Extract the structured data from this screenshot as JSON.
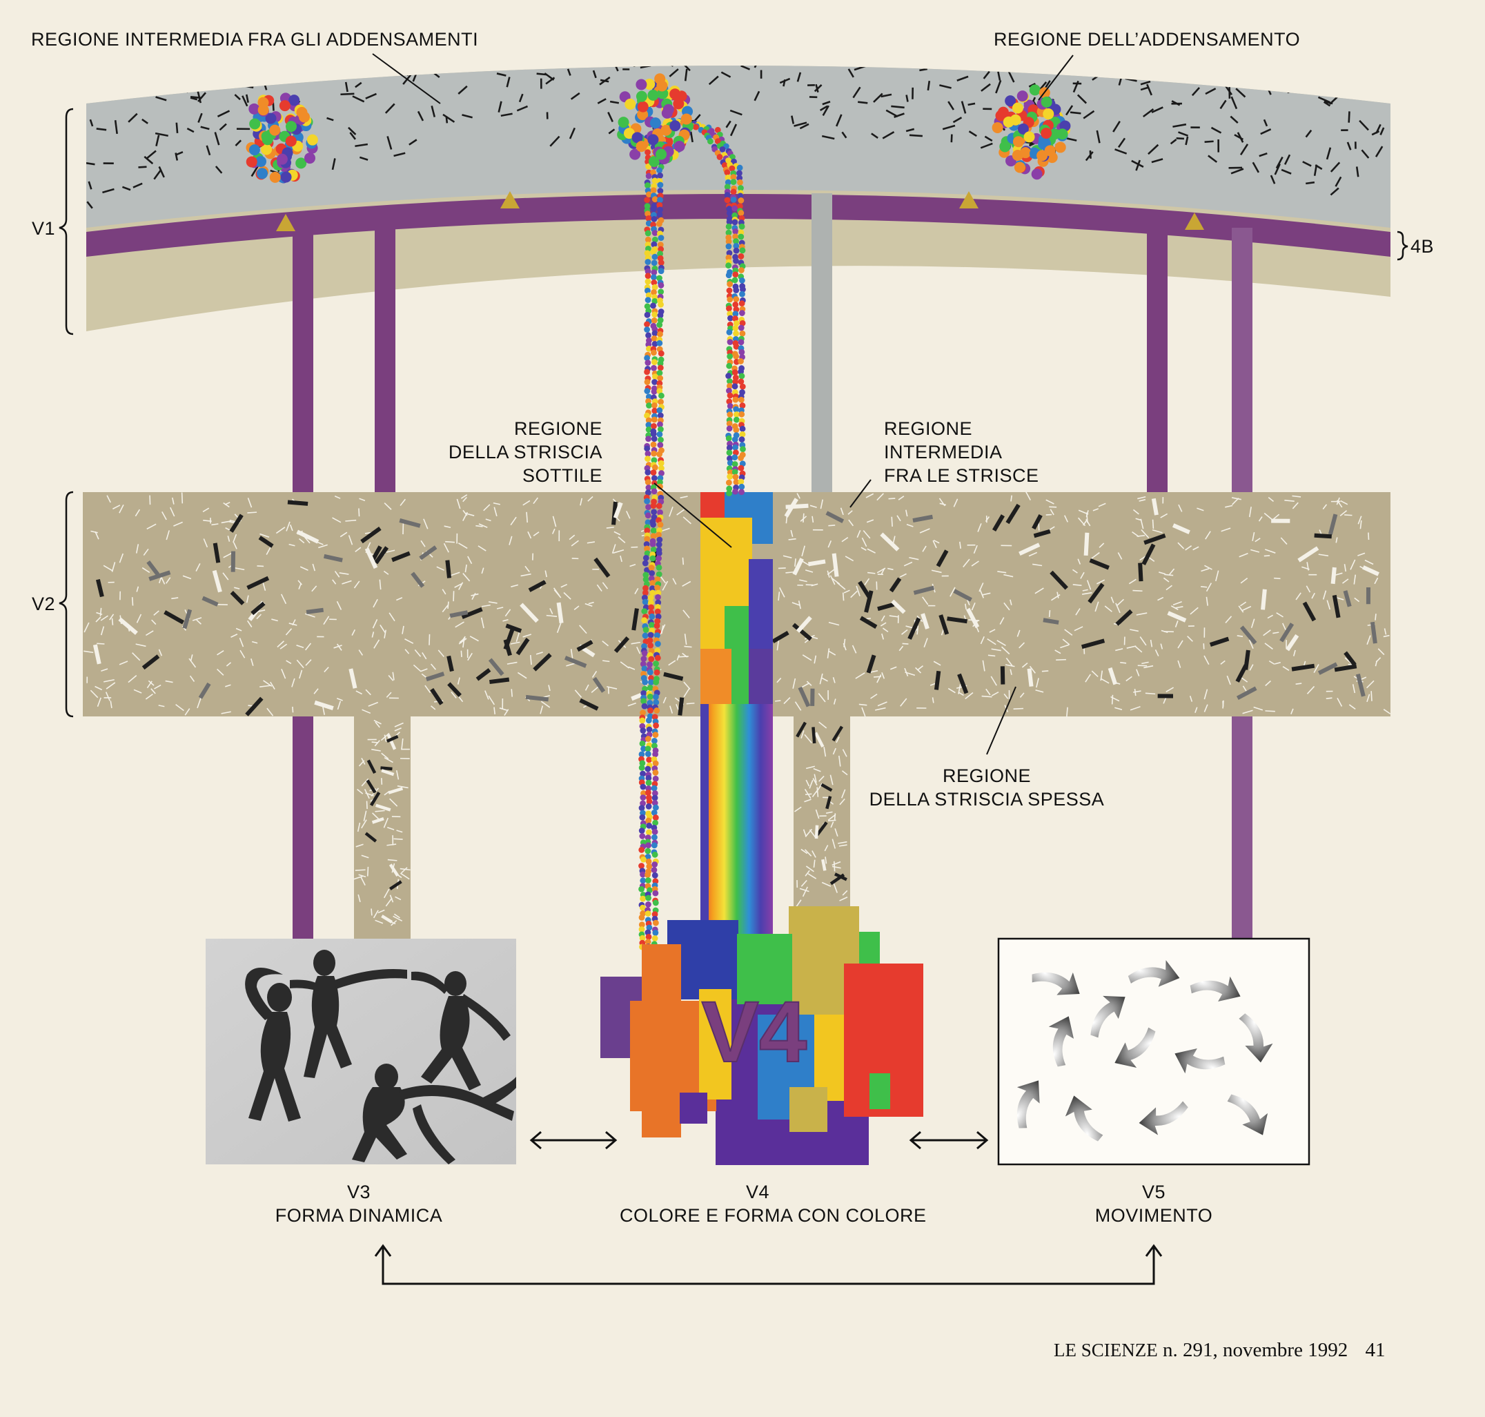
{
  "labels": {
    "v1_interblob": "REGIONE INTERMEDIA FRA GLI ADDENSAMENTI",
    "v1_blob": "REGIONE DELL’ADDENSAMENTO",
    "v1": "V1",
    "layer_4b": "4B",
    "v2": "V2",
    "thin_stripe": [
      "REGIONE",
      "DELLA STRISCIA",
      "SOTTILE"
    ],
    "interstripe": [
      "REGIONE",
      "INTERMEDIA",
      "FRA LE STRISCE"
    ],
    "thick_stripe": [
      "REGIONE",
      "DELLA STRISCIA SPESSA"
    ],
    "v4_big": "V4",
    "v3_area": [
      "V3",
      "FORMA DINAMICA"
    ],
    "v4_area": [
      "V4",
      "COLORE E FORMA CON COLORE"
    ],
    "v5_area": [
      "V5",
      "MOVIMENTO"
    ]
  },
  "footer": {
    "journal": "LE SCIENZE",
    "issue": "n. 291, novembre 1992",
    "page": "41"
  },
  "colors": {
    "background": "#f3eee1",
    "v1_gray": "#b9bebd",
    "v1_beige": "#cfc7a7",
    "layer_4b_purple": "#7a3f7e",
    "v2_khaki": "#b9ad8e",
    "magnocellular_purple": "#7a3f7e",
    "interstripe_gray": "#aeb2b0",
    "triangle_gold": "#c9a634"
  }
}
